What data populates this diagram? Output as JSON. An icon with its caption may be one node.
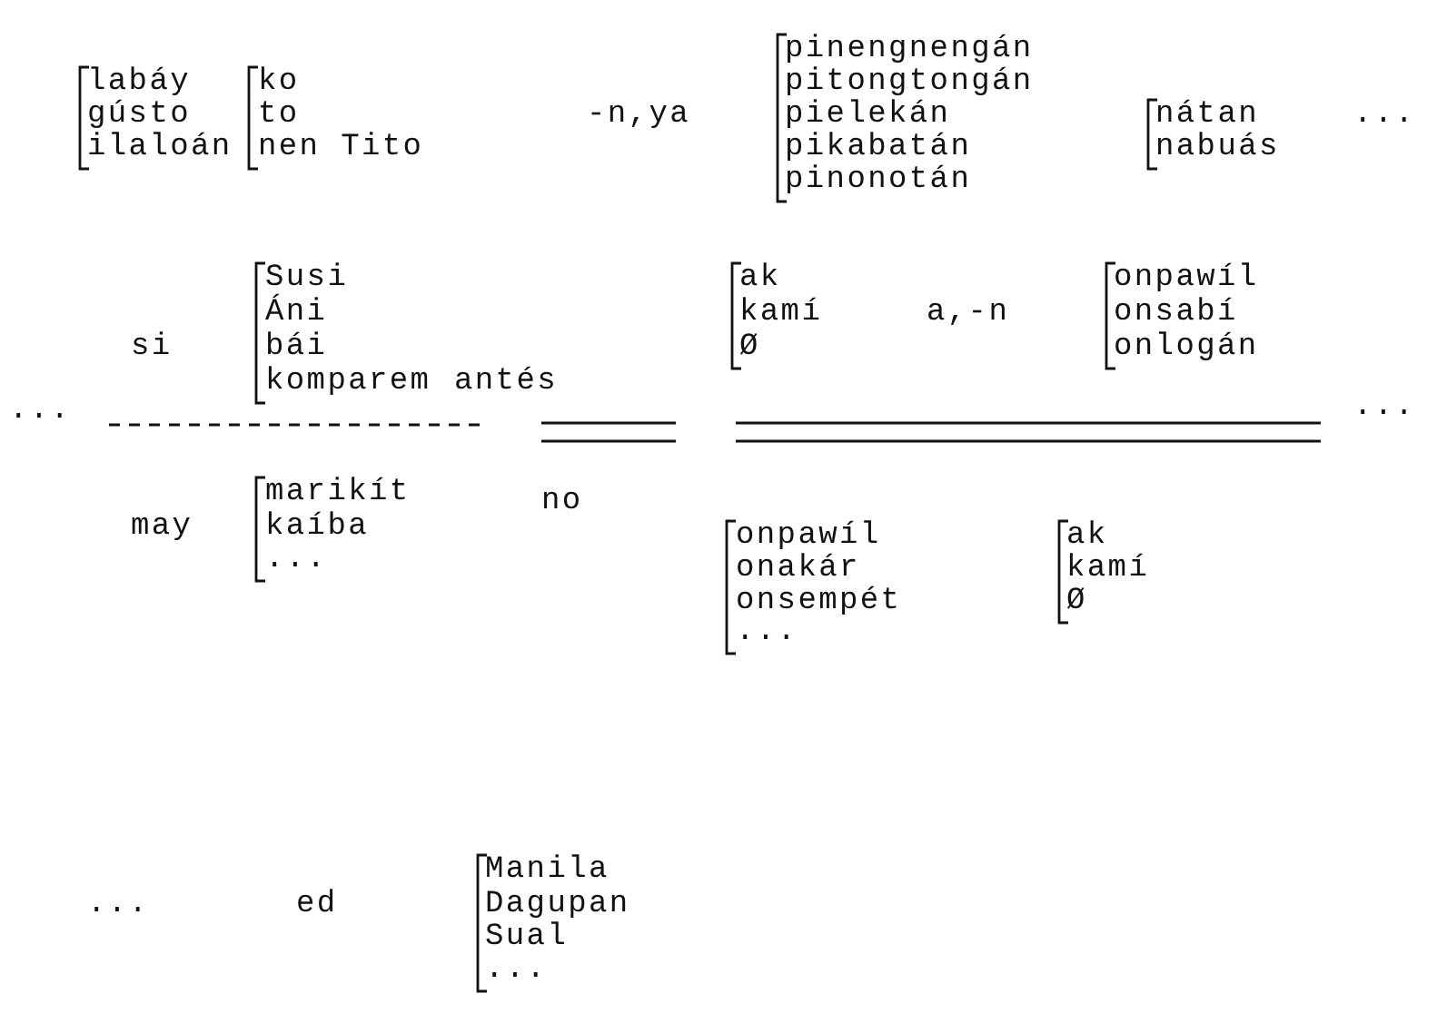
{
  "diagram": {
    "labels": [
      "labáy",
      "gústo",
      "ilaloán",
      "ko",
      "to",
      "nen Tito",
      "-n,ya",
      "pinengnengán",
      "pitongtongán",
      "pielekán",
      "pikabatán",
      "pinonotán",
      "nátan",
      "nabuás",
      "...",
      "si",
      "Susi",
      "Áni",
      "bái",
      "komparem",
      "antés",
      "ak",
      "kamí",
      "Ø",
      "a,-n",
      "onpawíl",
      "onsabí",
      "onlogán",
      "...",
      "...",
      "may",
      "marikít",
      "kaíba",
      "...",
      "no",
      "onpawíl",
      "onakár",
      "onsempét",
      "...",
      "ak",
      "kamí",
      "Ø",
      "...",
      "ed",
      "Manila",
      "Dagupan",
      "Sual",
      "..."
    ]
  }
}
